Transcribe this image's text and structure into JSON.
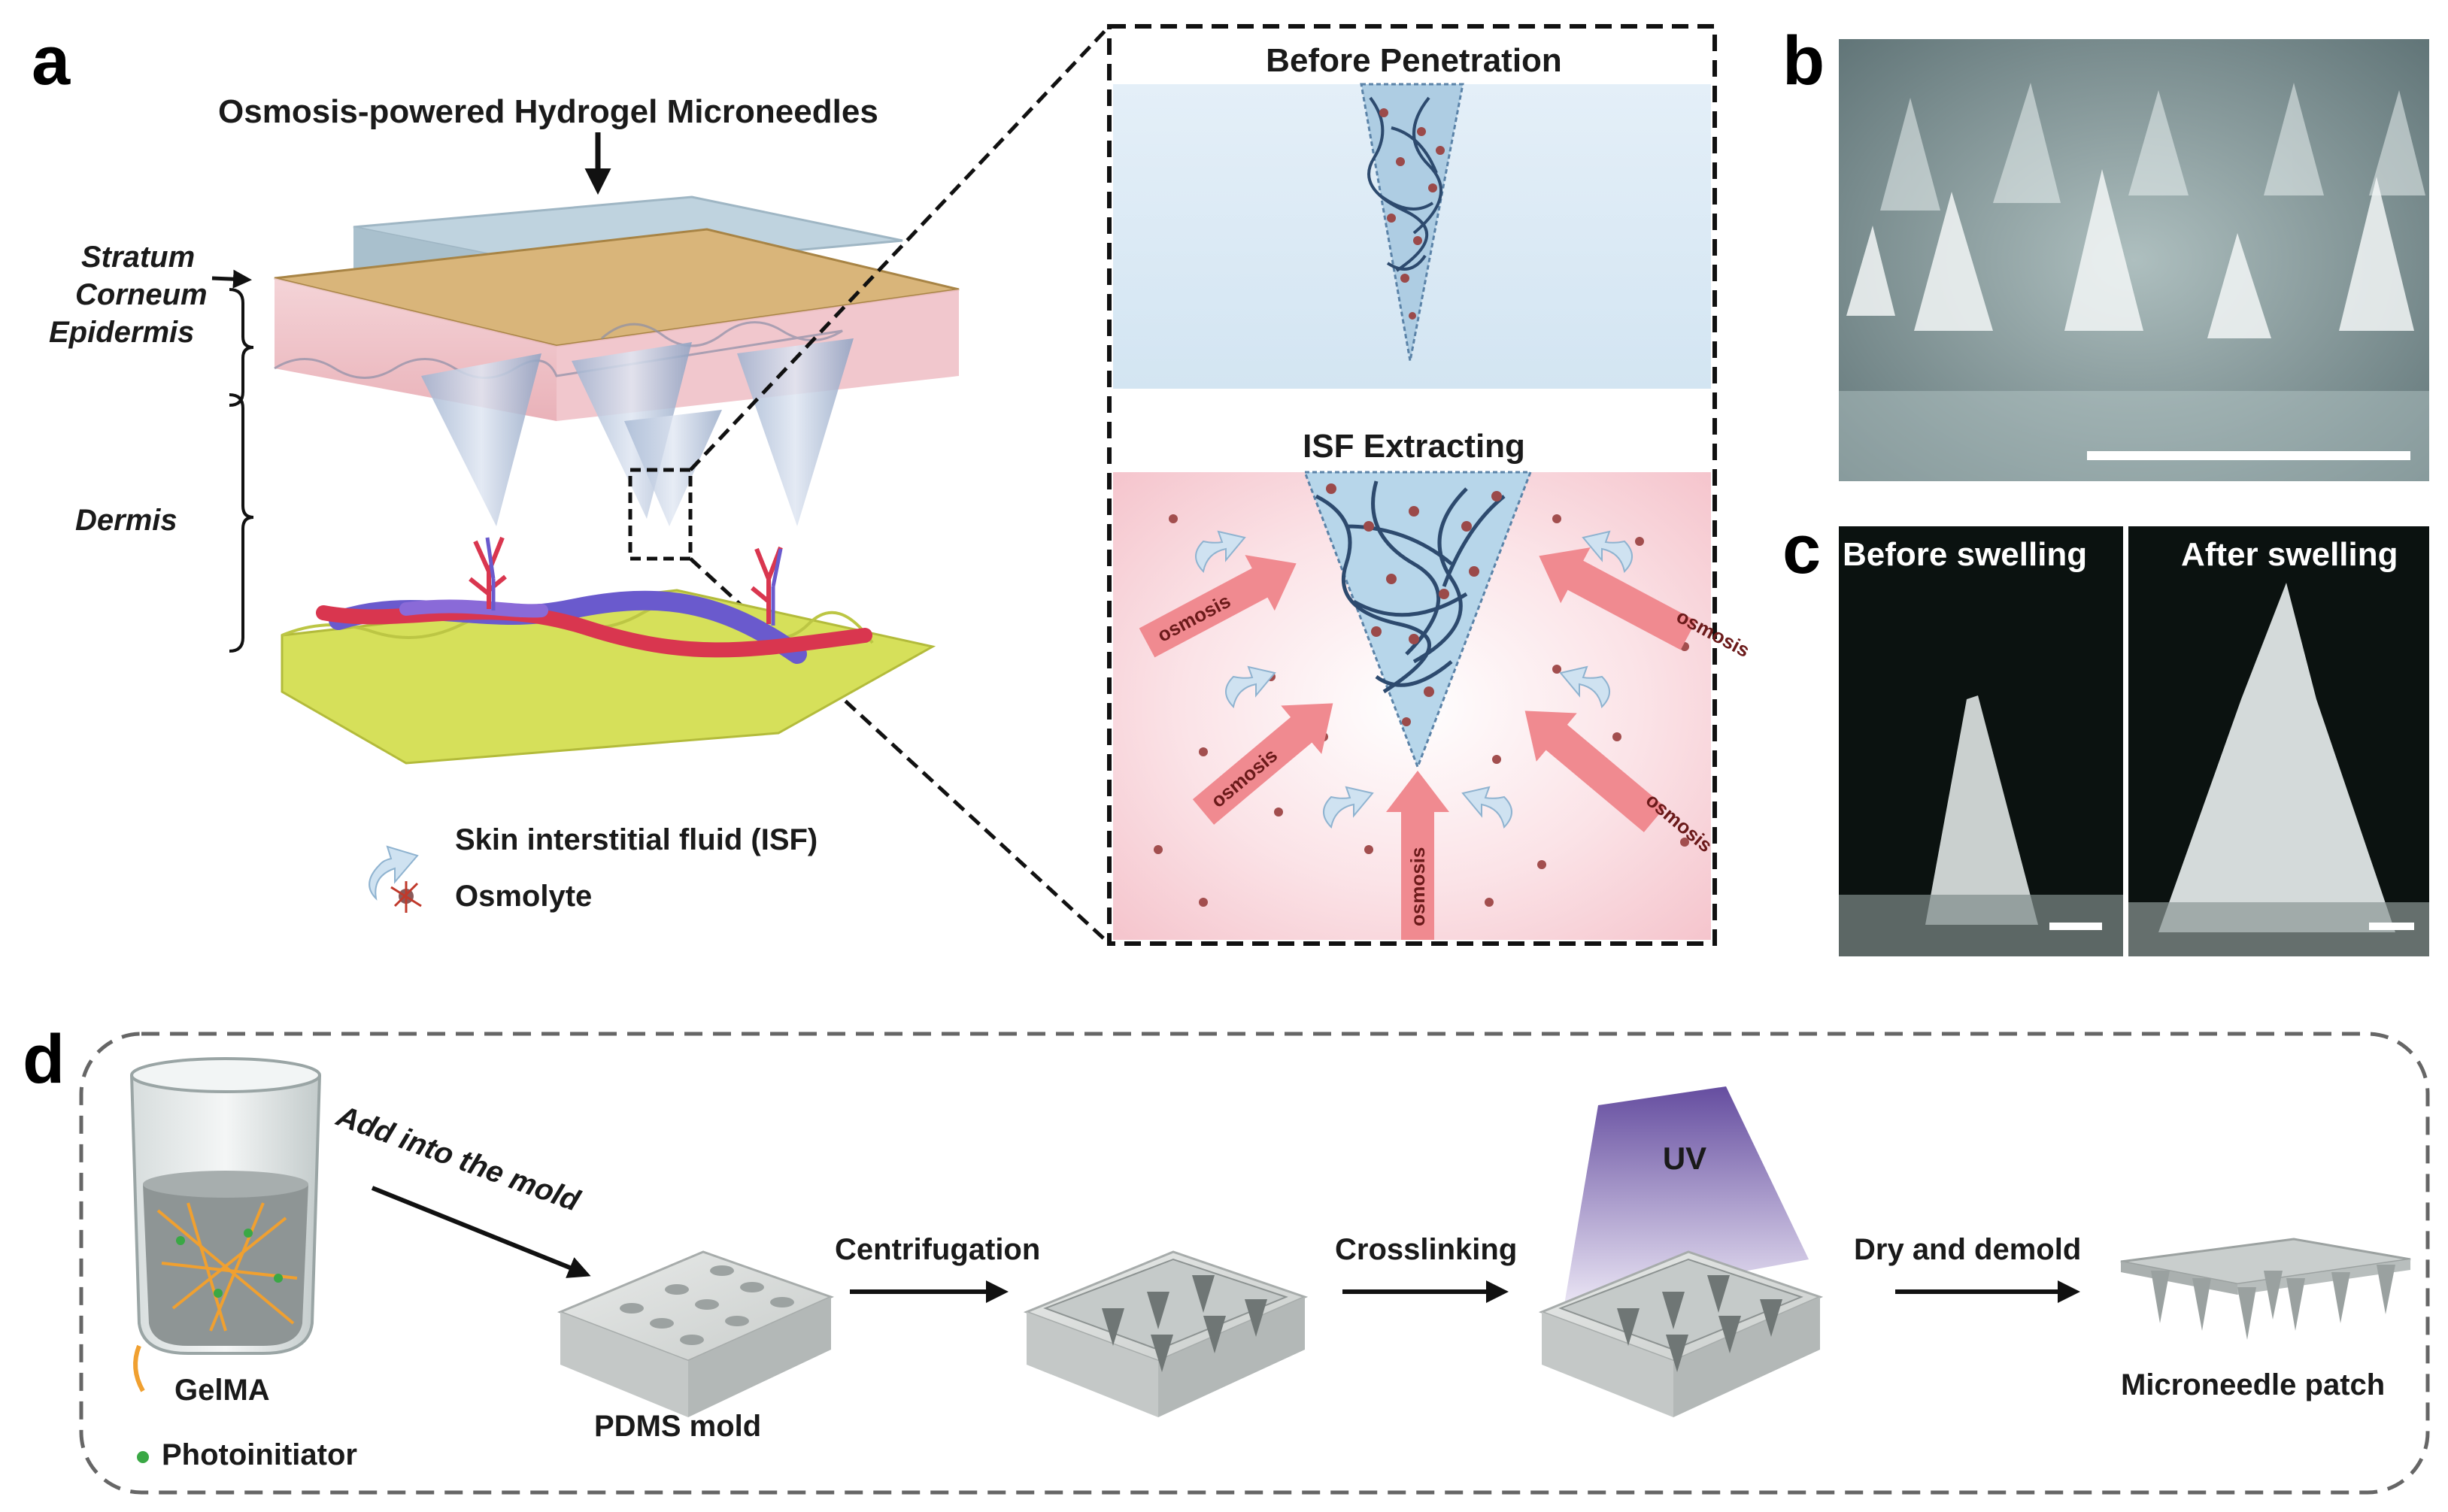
{
  "panel_a": {
    "letter": "a",
    "title": "Osmosis-powered  Hydrogel Microneedles",
    "layers": {
      "stratum_line1": "Stratum",
      "stratum_line2": "Corneum",
      "epidermis": "Epidermis",
      "dermis": "Dermis"
    },
    "legend": {
      "isf": "Skin interstitial fluid (ISF)",
      "osmolyte": "Osmolyte"
    },
    "inset": {
      "top_title": "Before Penetration",
      "bottom_title": "ISF Extracting",
      "arrow_label": "osmosis"
    }
  },
  "panel_b": {
    "letter": "b"
  },
  "panel_c": {
    "letter": "c",
    "left_label": "Before swelling",
    "right_label": "After swelling"
  },
  "panel_d": {
    "letter": "d",
    "step_add": "Add into the mold",
    "legend_gelma": "GelMA",
    "legend_photo": "Photoinitiator",
    "mold_label": "PDMS mold",
    "centrifugation": "Centrifugation",
    "crosslinking": "Crosslinking",
    "uv": "UV",
    "dry_demold": "Dry and demold",
    "patch_label": "Microneedle patch"
  },
  "colors": {
    "skin_pink": "#f1c7cb",
    "stratum_tan": "#c8a86a",
    "dermis_yellow": "#d8e05a",
    "vessel_red": "#d9364f",
    "vessel_blue": "#6a5acd",
    "hydrogel_blue": "#bcd8ea",
    "osmosis_arrow": "#f08a90",
    "uv_purple": "#5b3fa0",
    "mold_gray": "#c9cccb"
  }
}
